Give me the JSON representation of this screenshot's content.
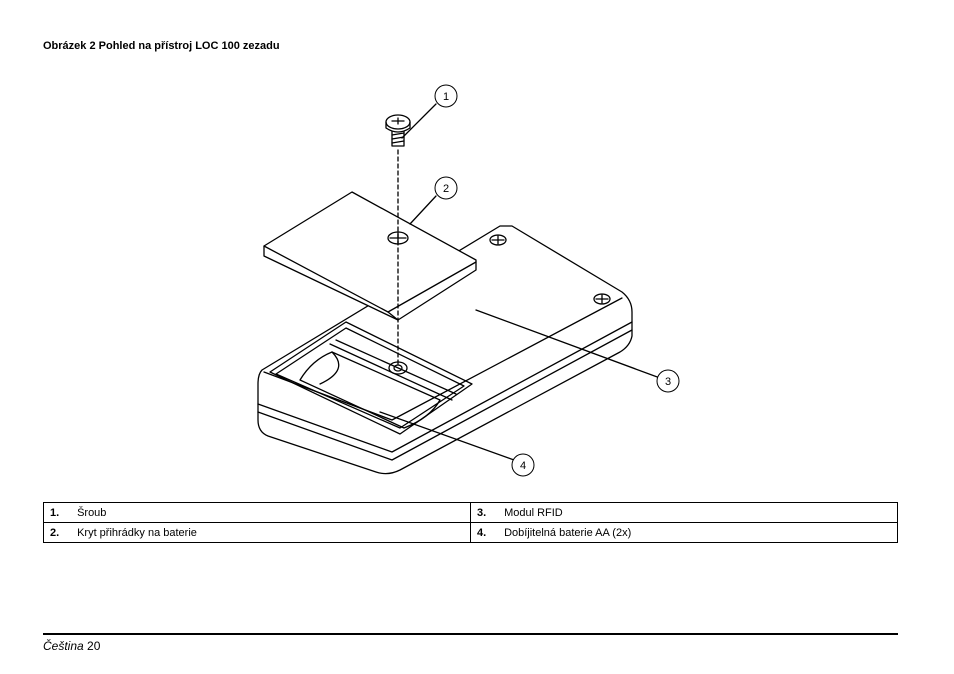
{
  "figure": {
    "title": "Obrázek 2 Pohled na přístroj LOC 100 zezadu",
    "callouts": [
      "1",
      "2",
      "3",
      "4"
    ]
  },
  "legend": {
    "items": [
      {
        "num": "1.",
        "label": "Šroub"
      },
      {
        "num": "3.",
        "label": "Modul RFID"
      },
      {
        "num": "2.",
        "label": "Kryt přihrádky na baterie"
      },
      {
        "num": "4.",
        "label": "Dobíjitelná baterie AA (2x)"
      }
    ]
  },
  "footer": {
    "language": "Čeština",
    "page": "20"
  }
}
